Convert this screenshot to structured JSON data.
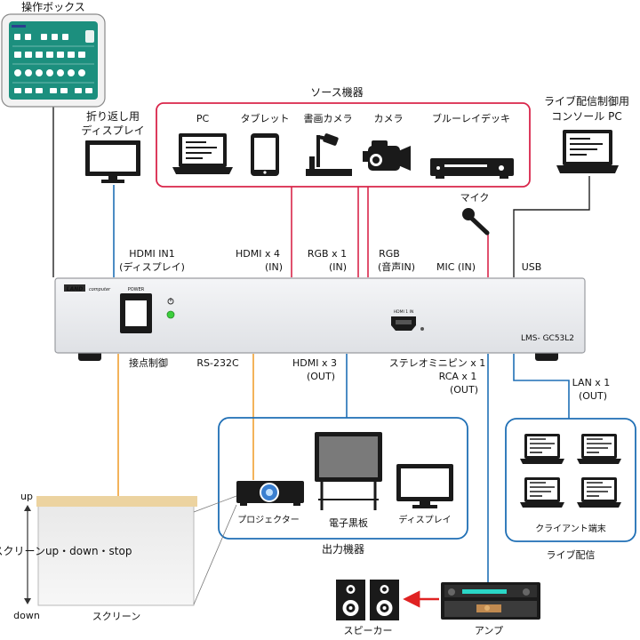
{
  "colors": {
    "source_line": "#d9254a",
    "output_line": "#1f6fb5",
    "control_line": "#f0a032",
    "black_line": "#222222",
    "box_green": "#1c8f7e",
    "arrow_red": "#e02222"
  },
  "control_box": {
    "title": "操作ボックス"
  },
  "loopback": {
    "label_line1": "折り返し用",
    "label_line2": "ディスプレイ"
  },
  "sources": {
    "title": "ソース機器",
    "items": [
      {
        "label": "PC",
        "icon": "laptop-icon"
      },
      {
        "label": "タブレット",
        "icon": "tablet-icon"
      },
      {
        "label": "書画カメラ",
        "icon": "document-camera-icon"
      },
      {
        "label": "カメラ",
        "icon": "video-camera-icon"
      },
      {
        "label": "ブルーレイデッキ",
        "icon": "bluray-deck-icon"
      }
    ]
  },
  "stream_pc": {
    "label_line1": "ライブ配信制御用",
    "label_line2": "コンソール PC"
  },
  "mic": {
    "label": "マイク"
  },
  "ports_top": [
    {
      "line1": "HDMI IN1",
      "line2": "(ディスプレイ)"
    },
    {
      "line1": "HDMI x 4",
      "line2": "(IN)"
    },
    {
      "line1": "RGB x 1",
      "line2": "(IN)"
    },
    {
      "line1": "RGB",
      "line2": "(音声IN)"
    },
    {
      "line1": "MIC (IN)",
      "line2": ""
    },
    {
      "line1": "USB",
      "line2": ""
    }
  ],
  "device": {
    "brand": "LAND",
    "brand_sub": "computer",
    "power_label": "POWER",
    "hdmi_port_label": "HDMI 1 IN",
    "model": "LMS- GC53L2"
  },
  "ports_bottom": [
    {
      "line1": "接点制御",
      "line2": ""
    },
    {
      "line1": "RS-232C",
      "line2": ""
    },
    {
      "line1": "HDMI x 3",
      "line2": "(OUT)"
    },
    {
      "line1": "ステレオミニピン x 1",
      "line2": "RCA x 1",
      "line3": "(OUT)"
    },
    {
      "line1": "LAN x 1",
      "line2": "(OUT)"
    }
  ],
  "outputs": {
    "title": "出力機器",
    "items": [
      {
        "label": "プロジェクター"
      },
      {
        "label": "電子黒板"
      },
      {
        "label": "ディスプレイ"
      }
    ]
  },
  "streaming": {
    "title": "ライブ配信",
    "client_label": "クライアント端末"
  },
  "screen": {
    "up": "up",
    "down": "down",
    "control_label": "スクリーンup・down・stop",
    "label": "スクリーン"
  },
  "speaker": {
    "label": "スピーカー"
  },
  "amp": {
    "label": "アンプ"
  }
}
